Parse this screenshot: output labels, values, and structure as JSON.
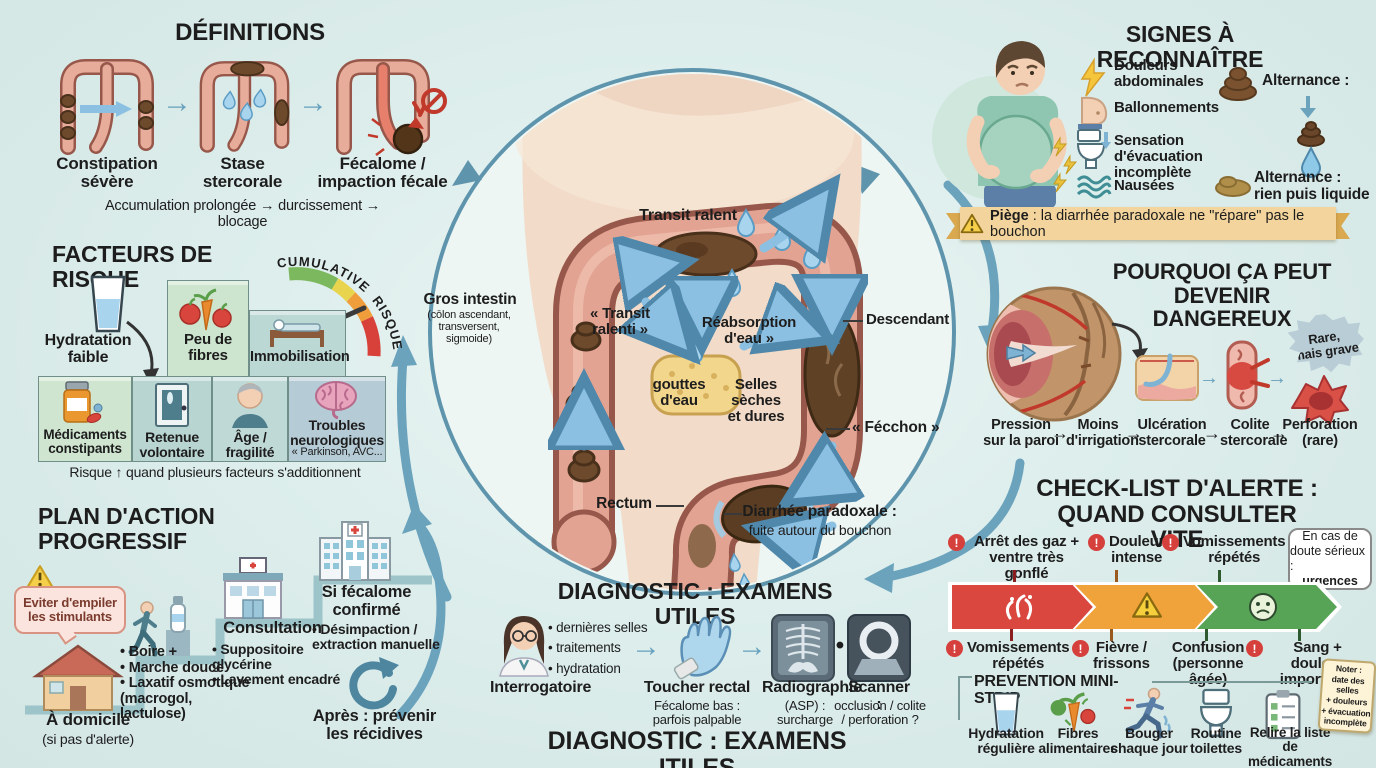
{
  "glyphs": {
    "arrow": "→",
    "excl": "!",
    "dot": "•"
  },
  "colors": {
    "accent_teal": "#5f94ad",
    "alert_red": "#d6403c",
    "strip_red": "#d9473f",
    "strip_orange": "#f0a33b",
    "strip_green": "#57a457",
    "banner_gold": "#f2d49c",
    "note_cream": "#fdf3d6"
  },
  "definitions": {
    "title": "DÉFINITIONS",
    "items": [
      {
        "label": "Constipation\nsévère"
      },
      {
        "label": "Stase\nstercorale"
      },
      {
        "label": "Fécalome /\nimpaction fécale"
      }
    ],
    "caption": "Accumulation prolongée → durcissement → blocage"
  },
  "risk": {
    "title": "FACTEURS DE RISQUE",
    "hydration": "Hydratation\nfaible",
    "gauge_text1": "CUMULATIVE",
    "gauge_text2": "RISQUE",
    "box_fibres": "Peu de\nfibres",
    "box_immo": "Immobilisation",
    "box_meds": "Médicaments\nconstipants",
    "box_retenue": "Retenue\nvolontaire",
    "box_age": "Âge /\nfragilité",
    "box_neuro": "Troubles\nneurologiques",
    "box_neuro_sub": "« Parkinson, AVC...",
    "caption": "Risque ↑ quand plusieurs facteurs s'additionnent"
  },
  "plan": {
    "title": "PLAN D'ACTION PROGRESSIF",
    "bubble": "Eviter d'empiler\nles stimulants",
    "home": "À domicile",
    "home_sub": "(si pas d'alerte)",
    "home_bullets": "• Boire +\n• Marche douce\n• Laxatif osmotique\n(macrogol, lactulose)",
    "consult": "Consultation",
    "consult_bullets": "• Suppositoire\n  glycérine\n• Lavement encadré",
    "hosp": "Si fécalome\nconfirmé",
    "hosp_bullets": "• Désimpaction /\nextraction manuelle",
    "after": "Après : prévenir\nles récidives"
  },
  "anatomy": {
    "transit_top": "Transit ralent",
    "gros": "Gros intestin",
    "gros_sub": "(cōlon ascendant,\ntransversent,\nsigmoide)",
    "ralenti": "« Transit\nralenti »",
    "reabsorption": "Réabsorption\nd'eau »",
    "descendant": "Descendant",
    "gouttes": "gouttes\nd'eau",
    "selles": "Selles sèches\net dures",
    "fecalome": "« Fécchon »",
    "rectum": "Rectum",
    "diarrhee": "Diarrhée paradoxale :",
    "diarrhee_sub": "fuite autour du bouchon"
  },
  "diag": {
    "title": "DIAGNOSTIC : EXAMENS UTILES",
    "title2": "DIAGNOSTIC : EXAMENS ITILES",
    "interro_bullets": "• dernières selles\n• traitements\n• hydratation",
    "interro": "Interrogatoire",
    "toucher": "Toucher rectal",
    "toucher_sub": "Fécalome bas :\nparfois palpable",
    "radio": "Radiographie",
    "radio_sub": "(ASP) :\nsurcharge",
    "scanner": "Scanner :",
    "scanner_sub": "occlusion / colite\n/ perforation ?"
  },
  "signs": {
    "title": "SIGNES À RECONNAÎTRE",
    "items": [
      {
        "label": "Douleurs\nabdominales"
      },
      {
        "label": "Ballonnements"
      },
      {
        "label": "Sensation d'évacuation\nincomplète"
      },
      {
        "label": "Nausées"
      }
    ],
    "alt1": "Alternance :",
    "alt2": "Alternance :\nrien puis liquide",
    "piege_bold": "Piège",
    "piege_text": " : la diarrhée paradoxale ne \"répare\" pas le bouchon"
  },
  "danger": {
    "title": "POURQUOI ÇA PEUT\nDEVENIR DANGEREUX",
    "badge": "Rare,\nmais grave",
    "chain": [
      {
        "label": "Pression\nsur la paroi"
      },
      {
        "label": "Moins\nd'irrigation"
      },
      {
        "label": "Ulcération\nstercorale"
      },
      {
        "label": "Colite\nstercorale"
      },
      {
        "label": "Perforation\n(rare)"
      }
    ]
  },
  "alert": {
    "title": "CHECK-LIST D'ALERTE :\nQUAND CONSULTER VITE",
    "top": [
      {
        "label": "Arrêt des gaz +\nventre très gonflé"
      },
      {
        "label": "Douleur\nintense"
      },
      {
        "label": "Vomissements\nrépétés"
      }
    ],
    "bubble1": "En cas de",
    "bubble2": "doute sérieux :",
    "bubble3": "urgences",
    "bottom": [
      {
        "label": "Vomissements\nrépétés"
      },
      {
        "label": "Fièvre /\nfrissons"
      },
      {
        "label": "Confusion\n(personne âgée)"
      },
      {
        "label": "Sang + douleur\nimportante"
      }
    ]
  },
  "prevention": {
    "title": "PREVENTION MINI-STRIP",
    "items": [
      {
        "label": "Hydratation\nrégulière"
      },
      {
        "label": "Fibres\nalimentaires"
      },
      {
        "label": "Bouger\nchaque jour"
      },
      {
        "label": "Routine\ntoilettes"
      },
      {
        "label": "Relire la liste\nde médicaments"
      }
    ],
    "note": "Noter :\ndate des selles\n+ douleurs\n+ évacuation\nincomplète"
  }
}
